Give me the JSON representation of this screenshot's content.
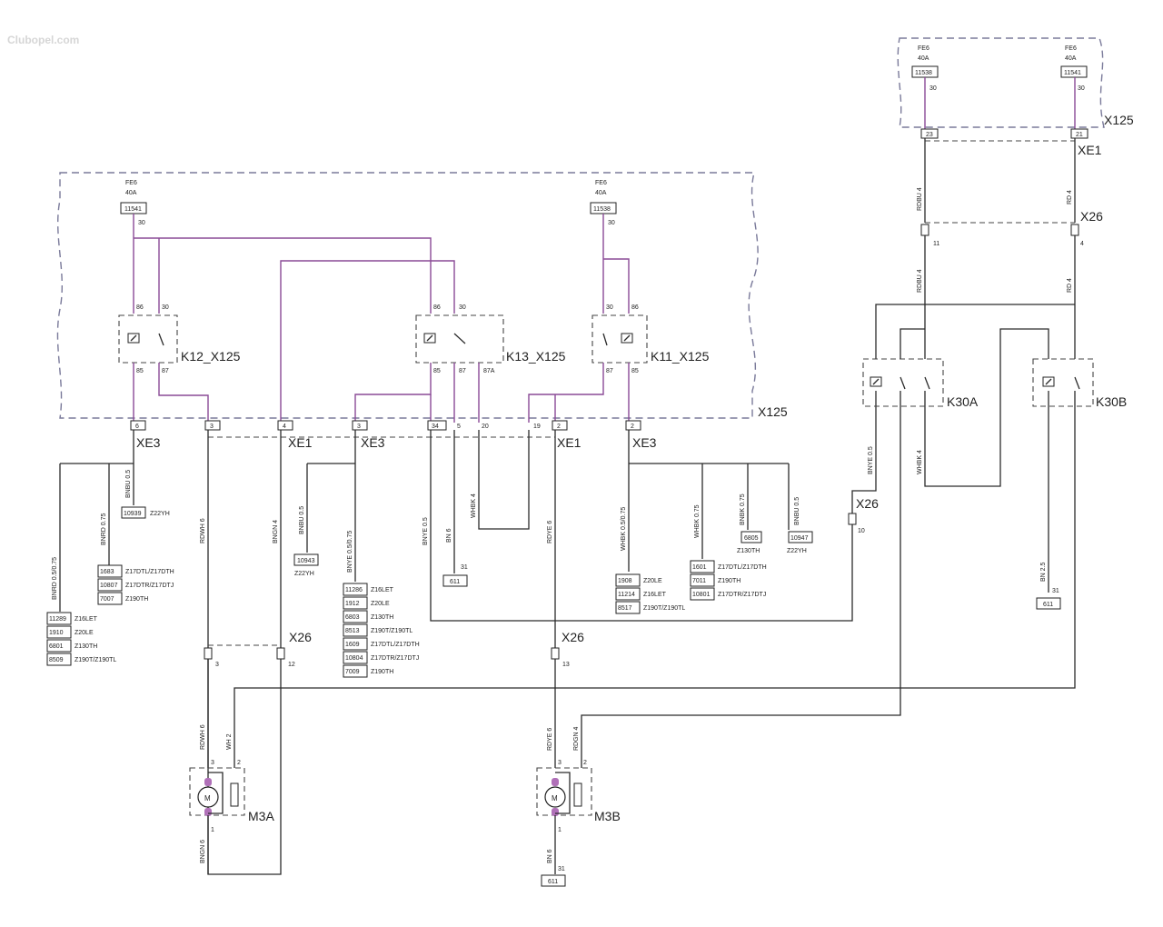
{
  "logo": "Clubopel.com",
  "labels": {
    "X125_main": "X125",
    "X125_top": "X125",
    "XE1_top": "XE1",
    "X26_top": "X26",
    "XE3_a": "XE3",
    "XE1_a": "XE1",
    "XE3_b": "XE3",
    "XE1_b": "XE1",
    "XE3_c": "XE3",
    "X26_a": "X26",
    "X26_b": "X26",
    "X26_c": "X26",
    "K12": "K12_X125",
    "K13": "K13_X125",
    "K11": "K11_X125",
    "K30A": "K30A",
    "K30B": "K30B",
    "M3A": "M3A",
    "M3B": "M3B",
    "motor": "M"
  },
  "fuses": {
    "f1": {
      "name": "FE6",
      "rating": "40A",
      "id": "11541",
      "pin": "30"
    },
    "f2": {
      "name": "FE6",
      "rating": "40A",
      "id": "11538",
      "pin": "30"
    },
    "f3": {
      "name": "FE6",
      "rating": "40A",
      "id": "11538",
      "pin": "30"
    },
    "f4": {
      "name": "FE6",
      "rating": "40A",
      "id": "11541",
      "pin": "30"
    }
  },
  "pins": {
    "k12_86": "86",
    "k12_30": "30",
    "k12_85": "85",
    "k12_87": "87",
    "k13_86": "86",
    "k13_30": "30",
    "k13_85": "85",
    "k13_87": "87",
    "k13_87a": "87A",
    "k11_30": "30",
    "k11_86": "86",
    "k11_87": "87",
    "k11_85": "85",
    "c6": "6",
    "c3": "3",
    "c4": "4",
    "c3b": "3",
    "c34": "34",
    "c5": "5",
    "c20": "20",
    "c19": "19",
    "c2": "2",
    "c2b": "2",
    "t23": "23",
    "t21": "21",
    "t11": "11",
    "t4": "4",
    "t10": "10",
    "x26_3": "3",
    "x26_12": "12",
    "x26_13": "13",
    "m3a_3": "3",
    "m3a_2": "2",
    "m3a_1": "1",
    "m3b_3": "3",
    "m3b_2": "2",
    "m3b_1": "1",
    "g31a": "31",
    "g31b": "31",
    "g31c": "31"
  },
  "wires": {
    "bnbu05": "BNBU 0.5",
    "bnrd075": "BNRD 0.75",
    "bnrd0575": "BNRD 0.5/0.75",
    "rdwh6": "RDWH 6",
    "bngn4": "BNGN 4",
    "bnbu05b": "BNBU 0.5",
    "bnye0575": "BNYE 0.5/0.75",
    "bnye05": "BNYE 0.5",
    "bn6": "BN 6",
    "whbk4": "WHBK 4",
    "rdye6": "RDYE 6",
    "whbk0575": "WHBK 0.5/0.75",
    "whbk075": "WHBK 0.75",
    "bnbk075": "BNBK 0.75",
    "bnbu05c": "BNBU 0.5",
    "rdbu4a": "RDBU 4",
    "rd4a": "RD 4",
    "rdbu4b": "RDBU 4",
    "rd4b": "RD 4",
    "bnye05b": "BNYE 0.5",
    "whbk4b": "WHBK 4",
    "bn25": "BN 2.5",
    "rdwh6b": "RDWH 6",
    "wh2": "WH 2",
    "bngn6": "BNGN 6",
    "rdye6b": "RDYE 6",
    "rdgn4": "RDGN 4",
    "bn6b": "BN 6"
  },
  "refs": {
    "r10939": "10939",
    "z22yh_a": "Z22YH",
    "r10943": "10943",
    "z22yh_b": "Z22YH",
    "r6805": "6805",
    "z130th_a": "Z130TH",
    "r10947": "10947",
    "z22yh_c": "Z22YH",
    "g611a": "611",
    "g611b": "611",
    "g611c": "611"
  },
  "tables": {
    "t1": [
      [
        "1683",
        "Z17DTL/Z17DTH"
      ],
      [
        "10807",
        "Z17DTR/Z17DTJ"
      ],
      [
        "7007",
        "Z190TH"
      ]
    ],
    "t2": [
      [
        "11289",
        "Z16LET"
      ],
      [
        "1910",
        "Z20LE"
      ],
      [
        "6801",
        "Z130TH"
      ],
      [
        "8509",
        "Z190T/Z190TL"
      ]
    ],
    "t3": [
      [
        "11286",
        "Z16LET"
      ],
      [
        "1912",
        "Z20LE"
      ],
      [
        "6803",
        "Z130TH"
      ],
      [
        "8513",
        "Z190T/Z190TL"
      ],
      [
        "1609",
        "Z17DTL/Z17DTH"
      ],
      [
        "10804",
        "Z17DTR/Z17DTJ"
      ],
      [
        "7009",
        "Z190TH"
      ]
    ],
    "t4": [
      [
        "1908",
        "Z20LE"
      ],
      [
        "11214",
        "Z16LET"
      ],
      [
        "8517",
        "Z190T/Z190TL"
      ]
    ],
    "t5": [
      [
        "1601",
        "Z17DTL/Z17DTH"
      ],
      [
        "7011",
        "Z190TH"
      ],
      [
        "10801",
        "Z17DTR/Z17DTJ"
      ]
    ]
  }
}
